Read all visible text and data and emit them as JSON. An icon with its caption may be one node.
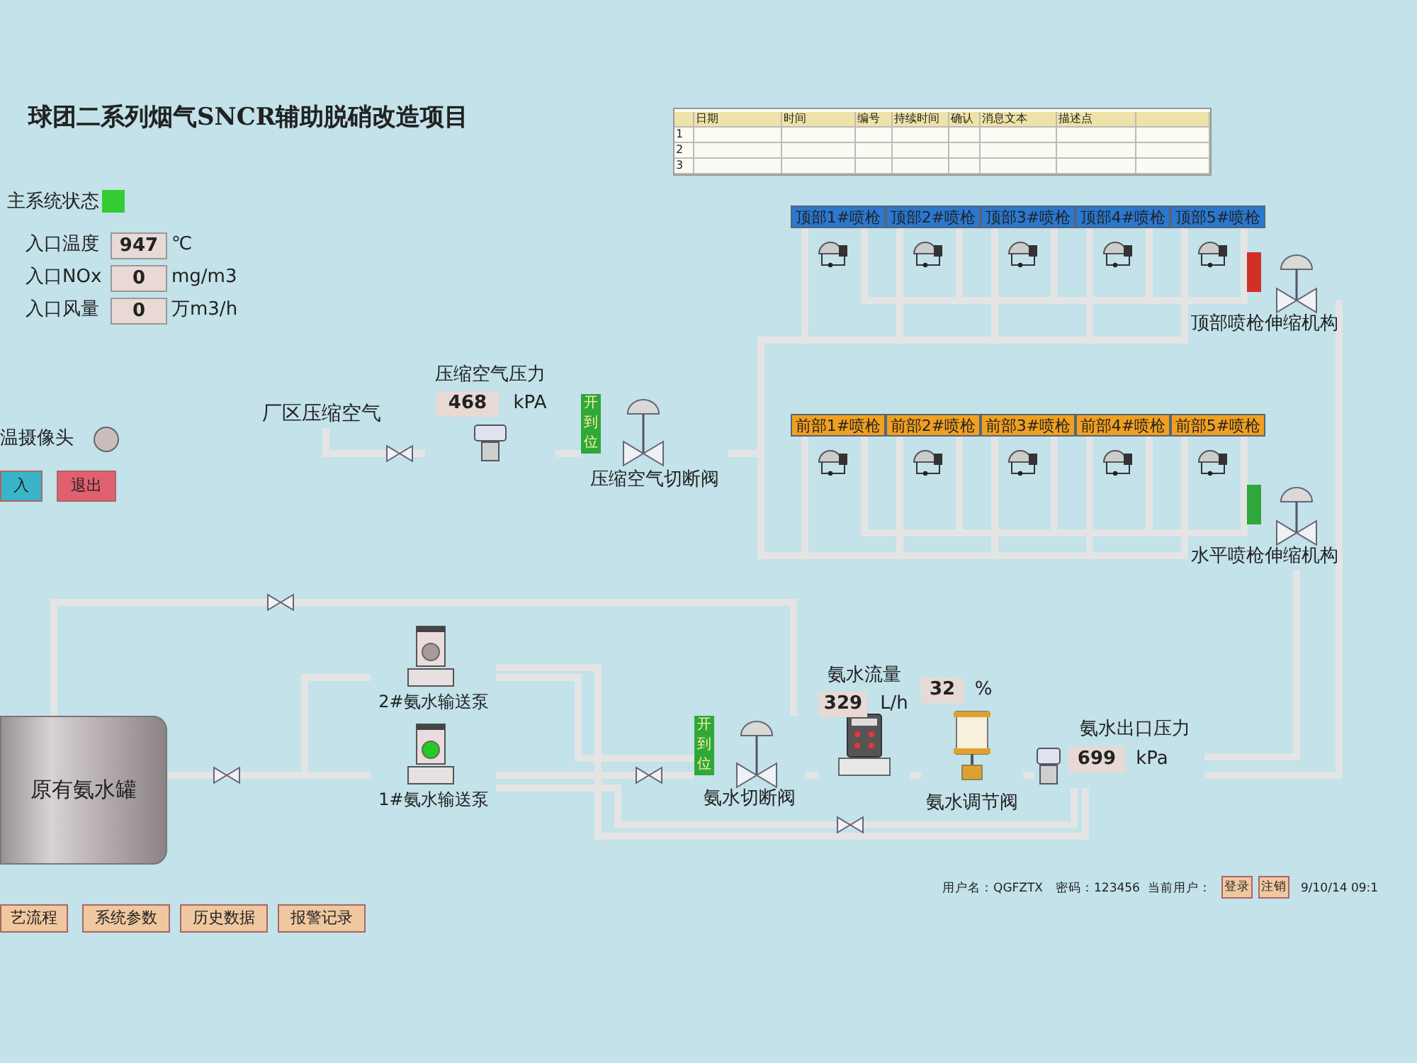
{
  "diagram": {
    "title": "球团二系列烟气SNCR辅助脱硝改造项目",
    "nodes": [
      {
        "text": [
          "厂区压缩空气"
        ]
      },
      {
        "text": [
          "压缩空气压力",
          "468",
          "kPA"
        ]
      },
      {
        "text": [
          "开到位",
          "压缩空气切断阀"
        ]
      },
      {
        "text": [
          "顶部1#喷枪"
        ]
      },
      {
        "text": [
          "顶部2#喷枪"
        ]
      },
      {
        "text": [
          "顶部3#喷枪"
        ]
      },
      {
        "text": [
          "顶部4#喷枪"
        ]
      },
      {
        "text": [
          "顶部5#喷枪"
        ]
      },
      {
        "text": [
          "顶部喷枪伸缩机构"
        ]
      },
      {
        "text": [
          "前部1#喷枪"
        ]
      },
      {
        "text": [
          "前部2#喷枪"
        ]
      },
      {
        "text": [
          "前部3#喷枪"
        ]
      },
      {
        "text": [
          "前部4#喷枪"
        ]
      },
      {
        "text": [
          "前部5#喷枪"
        ]
      },
      {
        "text": [
          "水平喷枪伸缩机构"
        ]
      },
      {
        "text": [
          "原有氨水罐"
        ]
      },
      {
        "text": [
          "2#氨水输送泵"
        ]
      },
      {
        "text": [
          "1#氨水输送泵"
        ]
      },
      {
        "text": [
          "开到位",
          "氨水切断阀"
        ]
      },
      {
        "text": [
          "氨水流量",
          "329",
          "L/h"
        ]
      },
      {
        "text": [
          "32",
          "%",
          "氨水调节阀"
        ]
      },
      {
        "text": [
          "氨水出口压力",
          "699",
          "kPa"
        ]
      },
      {
        "text": [
          "947"
        ],
        "beside": [
          "入口温度",
          "℃"
        ]
      },
      {
        "text": [
          "0"
        ],
        "beside": [
          "入口NOx",
          "mg/m3"
        ]
      },
      {
        "text": [
          "0"
        ],
        "beside": [
          "入口风量",
          "万m3/h"
        ]
      }
    ],
    "edges": [
      {
        "from": 0,
        "to": 1,
        "arrow": "none"
      },
      {
        "from": 1,
        "to": 2,
        "arrow": "none"
      },
      {
        "from": 2,
        "to": 3,
        "arrow": "none"
      },
      {
        "from": 2,
        "to": 4,
        "arrow": "none"
      },
      {
        "from": 2,
        "to": 5,
        "arrow": "none"
      },
      {
        "from": 2,
        "to": 6,
        "arrow": "none"
      },
      {
        "from": 2,
        "to": 7,
        "arrow": "none"
      },
      {
        "from": 2,
        "to": 9,
        "arrow": "none"
      },
      {
        "from": 2,
        "to": 10,
        "arrow": "none"
      },
      {
        "from": 2,
        "to": 11,
        "arrow": "none"
      },
      {
        "from": 2,
        "to": 12,
        "arrow": "none"
      },
      {
        "from": 2,
        "to": 13,
        "arrow": "none"
      },
      {
        "from": 15,
        "to": 16,
        "arrow": "none"
      },
      {
        "from": 15,
        "to": 17,
        "arrow": "none"
      },
      {
        "from": 16,
        "to": 18,
        "arrow": "none"
      },
      {
        "from": 17,
        "to": 18,
        "arrow": "none"
      },
      {
        "from": 18,
        "to": 19,
        "arrow": "none"
      },
      {
        "from": 19,
        "to": 20,
        "arrow": "none"
      },
      {
        "from": 20,
        "to": 21,
        "arrow": "none"
      },
      {
        "from": 21,
        "to": 8,
        "arrow": "none"
      },
      {
        "from": 21,
        "to": 14,
        "arrow": "none"
      },
      {
        "from": 8,
        "to": 3,
        "arrow": "none"
      },
      {
        "from": 8,
        "to": 4,
        "arrow": "none"
      },
      {
        "from": 8,
        "to": 5,
        "arrow": "none"
      },
      {
        "from": 8,
        "to": 6,
        "arrow": "none"
      },
      {
        "from": 8,
        "to": 7,
        "arrow": "none"
      },
      {
        "from": 14,
        "to": 9,
        "arrow": "none"
      },
      {
        "from": 14,
        "to": 10,
        "arrow": "none"
      },
      {
        "from": 14,
        "to": 11,
        "arrow": "none"
      },
      {
        "from": 14,
        "to": 12,
        "arrow": "none"
      },
      {
        "from": 14,
        "to": 13,
        "arrow": "none"
      },
      {
        "from": 15,
        "to": 18,
        "arrow": "none"
      },
      {
        "from": 16,
        "to": 21,
        "arrow": "none"
      },
      {
        "from": 17,
        "to": 21,
        "arrow": "none"
      }
    ],
    "labels": [
      "日期",
      "时间",
      "编号",
      "持续时间",
      "确认",
      "消息文本",
      "描述点",
      "1",
      "2",
      "3",
      "主系统状态",
      "温摄像头",
      "入",
      "退出",
      "艺流程",
      "系统参数",
      "历史数据",
      "报警记录",
      "用户名：QGFZTX",
      "密码：123456",
      "当前用户：",
      "登录",
      "注销",
      "9/10/14 09:1"
    ]
  }
}
